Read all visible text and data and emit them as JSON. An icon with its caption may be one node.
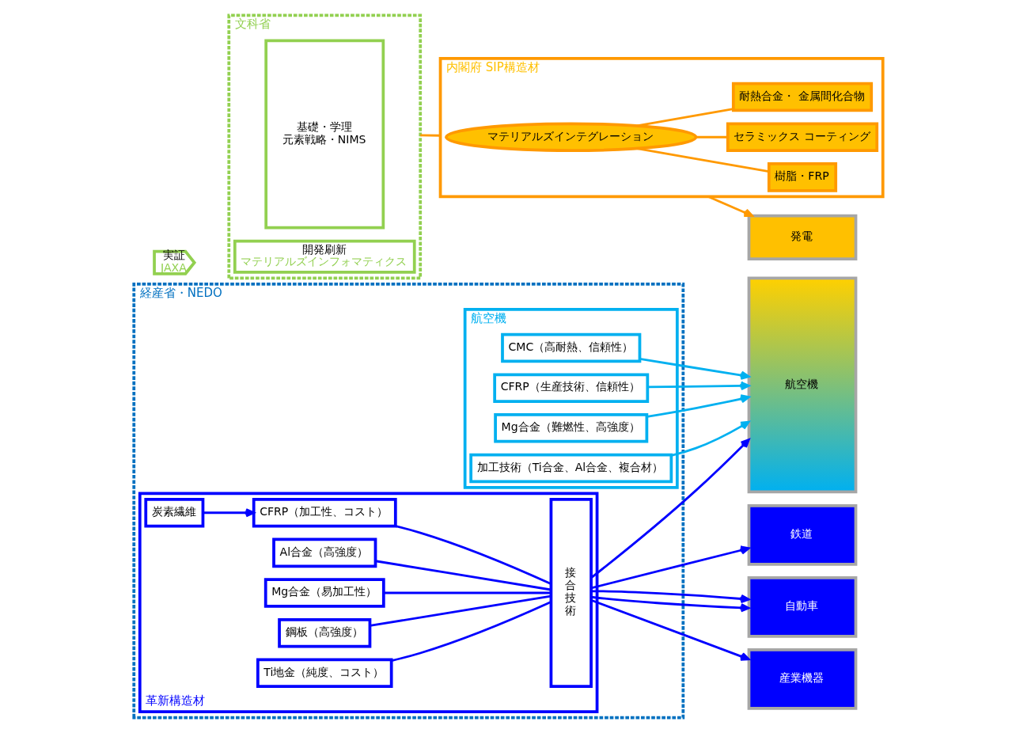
{
  "diagram": {
    "nodes": [
      {
        "text": [
          "文科省"
        ]
      },
      {
        "text": [
          "基礎・学理",
          "元素戦略・NIMS"
        ],
        "in": 0
      },
      {
        "text": [
          "開発刷新",
          "マテリアルズインフォマティクス"
        ],
        "in": 0
      },
      {
        "text": [
          "内閣府 SIP構造材"
        ]
      },
      {
        "text": [
          "マテリアルズインテグレーション"
        ],
        "in": 3
      },
      {
        "text": [
          "樹脂・FRP"
        ],
        "in": 3
      },
      {
        "text": [
          "セラミックス コーティング"
        ],
        "in": 3
      },
      {
        "text": [
          "耐熱合金・ 金属間化合物"
        ],
        "in": 3
      },
      {
        "text": [
          "実証",
          "JAXA"
        ]
      },
      {
        "text": [
          "経産省・NEDO"
        ]
      },
      {
        "text": [
          "航空機"
        ],
        "in": 9
      },
      {
        "text": [
          "CMC（高耐熱、信頼性）"
        ],
        "in": 10
      },
      {
        "text": [
          "CFRP（生産技術、信頼性）"
        ],
        "in": 10
      },
      {
        "text": [
          "Mg合金（難燃性、高強度）"
        ],
        "in": 10
      },
      {
        "text": [
          "加工技術（Ti合金、Al合金、複合材）"
        ],
        "in": 10
      },
      {
        "text": [
          "革新構造材"
        ],
        "in": 9
      },
      {
        "text": [
          "炭素繊維"
        ],
        "in": 15
      },
      {
        "text": [
          "Al合金（高強度）"
        ],
        "in": 15
      },
      {
        "text": [
          "Mg合金（易加工性）"
        ],
        "in": 15
      },
      {
        "text": [
          "CFRP（加工性、コスト）"
        ],
        "in": 15
      },
      {
        "text": [
          "鋼板（高強度）"
        ],
        "in": 15
      },
      {
        "text": [
          "Ti地金（純度、コスト）"
        ],
        "in": 15
      },
      {
        "text": [
          "接合技術"
        ],
        "in": 15
      },
      {
        "text": [
          "発電"
        ]
      },
      {
        "text": [
          "航空機"
        ]
      },
      {
        "text": [
          "鉄道"
        ]
      },
      {
        "text": [
          "自動車"
        ]
      },
      {
        "text": [
          "産業機器"
        ]
      }
    ],
    "edges": [
      {
        "from": 0,
        "to": 3,
        "arrow": "none",
        "color": "#ff9900"
      },
      {
        "from": 4,
        "to": 5,
        "arrow": "none",
        "color": "#ff9900"
      },
      {
        "from": 4,
        "to": 6,
        "arrow": "none",
        "color": "#ff9900"
      },
      {
        "from": 4,
        "to": 7,
        "arrow": "none",
        "color": "#ff9900"
      },
      {
        "from": 3,
        "to": 23,
        "arrow": "to",
        "color": "#ff9900"
      },
      {
        "from": 11,
        "to": 24,
        "arrow": "to",
        "color": "#00b0f0"
      },
      {
        "from": 12,
        "to": 24,
        "arrow": "to",
        "color": "#00b0f0"
      },
      {
        "from": 13,
        "to": 24,
        "arrow": "to",
        "color": "#00b0f0"
      },
      {
        "from": 14,
        "to": 24,
        "arrow": "to",
        "color": "#00b0f0"
      },
      {
        "from": 16,
        "to": 19,
        "arrow": "to"
      },
      {
        "from": 17,
        "to": 22,
        "arrow": "none"
      },
      {
        "from": 18,
        "to": 22,
        "arrow": "none"
      },
      {
        "from": 19,
        "to": 22,
        "arrow": "none"
      },
      {
        "from": 20,
        "to": 22,
        "arrow": "none"
      },
      {
        "from": 21,
        "to": 22,
        "arrow": "none"
      },
      {
        "from": 22,
        "to": 24,
        "arrow": "to"
      },
      {
        "from": 22,
        "to": 25,
        "arrow": "to"
      },
      {
        "from": 22,
        "to": 26,
        "arrow": "to"
      },
      {
        "from": 22,
        "to": 26,
        "arrow": "to"
      },
      {
        "from": 22,
        "to": 27,
        "arrow": "to"
      }
    ]
  }
}
